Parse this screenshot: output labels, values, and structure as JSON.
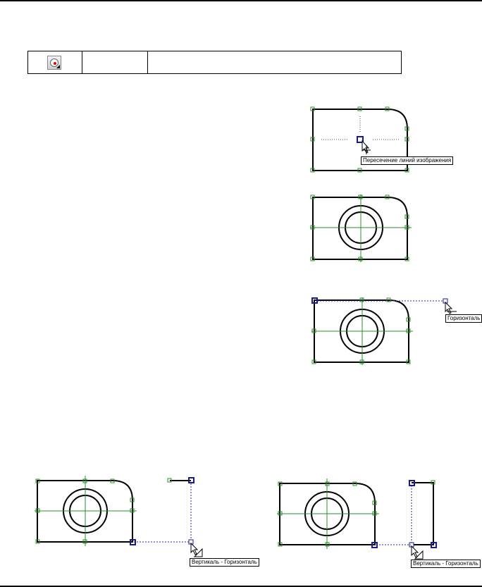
{
  "tooltips": {
    "intersection": "Пересечение линий изображения",
    "horizontal": "Горизонталь",
    "vert_horiz_1": "Вертикаль - Горизонталь",
    "vert_horiz_2": "Вертикаль - Горизонталь"
  },
  "table": {
    "icon": "circle-center-icon",
    "cell2": "",
    "cell3": ""
  },
  "colors": {
    "line": "#000000",
    "node": "#2e8b2e",
    "snap": "#1a1a8c",
    "dotted": "#2b2b9b"
  }
}
